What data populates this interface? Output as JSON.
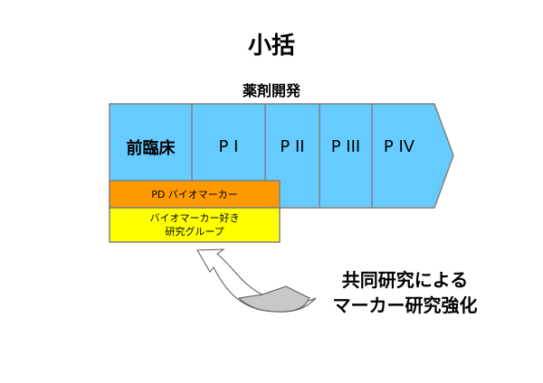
{
  "title": "小括",
  "subtitle": "薬剤開発",
  "phases": [
    "前臨床",
    "P I",
    "P II",
    "P III",
    "P IV"
  ],
  "bars": {
    "pd_biomarker": "PD バイオマーカー",
    "group_line1": "バイオマーカー好き",
    "group_line2": "研究グループ"
  },
  "note": {
    "line1": "共同研究による",
    "line2": "マーカー研究強化"
  },
  "colors": {
    "phase": "#66ccff",
    "orange": "#ff9900",
    "yellow": "#ffff00",
    "border": "#808080"
  }
}
